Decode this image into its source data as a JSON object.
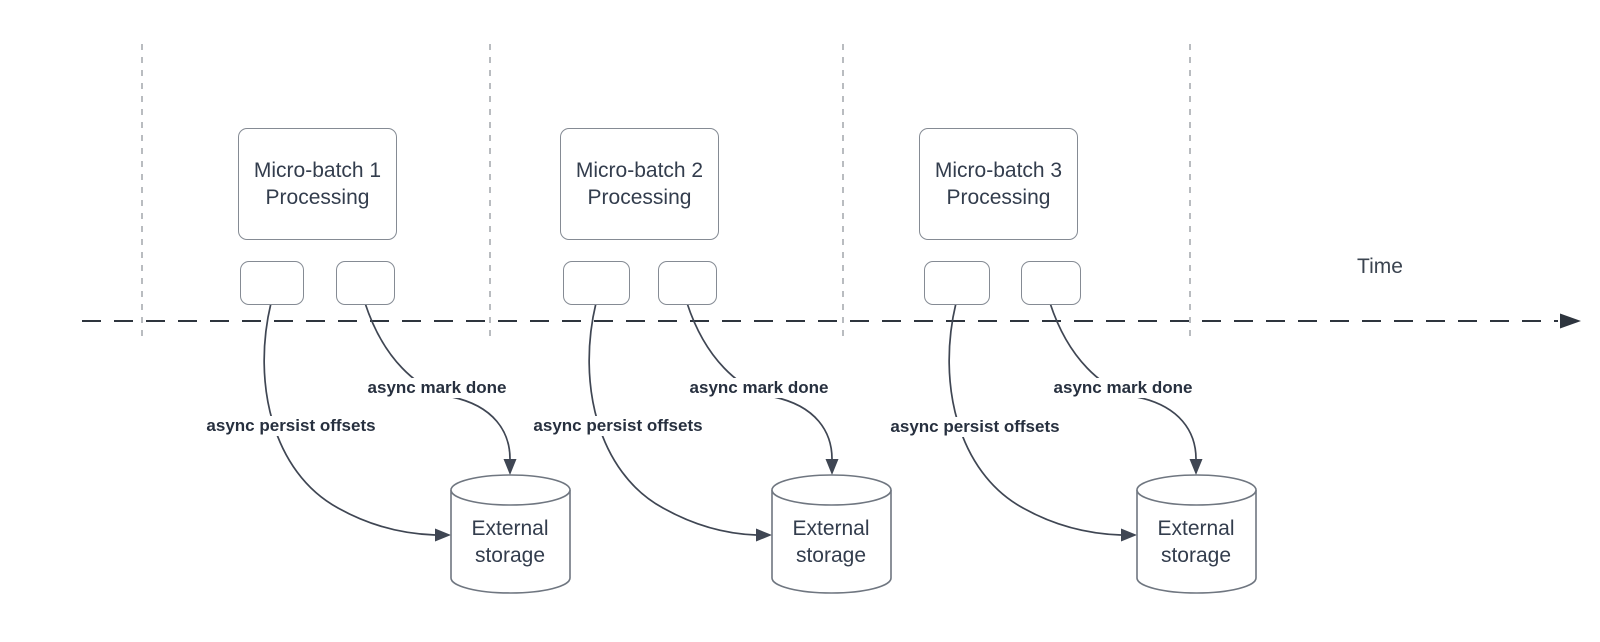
{
  "timeline": {
    "label": "Time"
  },
  "edge_labels": {
    "persist": "async persist offsets",
    "done": "async mark done"
  },
  "storage": {
    "line1": "External",
    "line2": "storage"
  },
  "sections": [
    {
      "batch_line1": "Micro-batch 1",
      "batch_line2": "Processing"
    },
    {
      "batch_line1": "Micro-batch 2",
      "batch_line2": "Processing"
    },
    {
      "batch_line1": "Micro-batch 3",
      "batch_line2": "Processing"
    }
  ],
  "colors": {
    "background": "#ffffff",
    "shape_stroke": "#858b94",
    "shape_text": "#333d4d",
    "edge_label_text": "#27303f",
    "arrow_stroke": "#3f4653",
    "timeline_stroke": "#2e353e",
    "guide_line": "#b9bcc0"
  }
}
